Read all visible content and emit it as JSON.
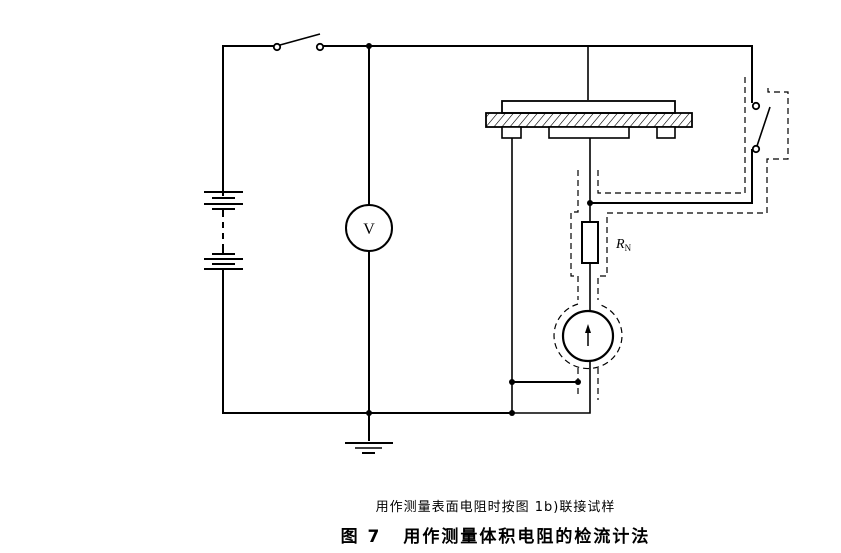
{
  "diagram": {
    "components": {
      "voltmeter_label": "V",
      "resistor_label_main": "R",
      "resistor_label_sub": "N",
      "battery": "battery-icon",
      "switch_main": "switch-icon",
      "switch_shield": "switch-icon",
      "galvanometer": "galvanometer-icon",
      "ground": "ground-icon",
      "specimen": "electrode-specimen-icon"
    }
  },
  "captions": {
    "subtitle": "用作测量表面电阻时按图 1b)联接试样",
    "figure_number": "图 7",
    "figure_title": "用作测量体积电阻的检流计法"
  }
}
